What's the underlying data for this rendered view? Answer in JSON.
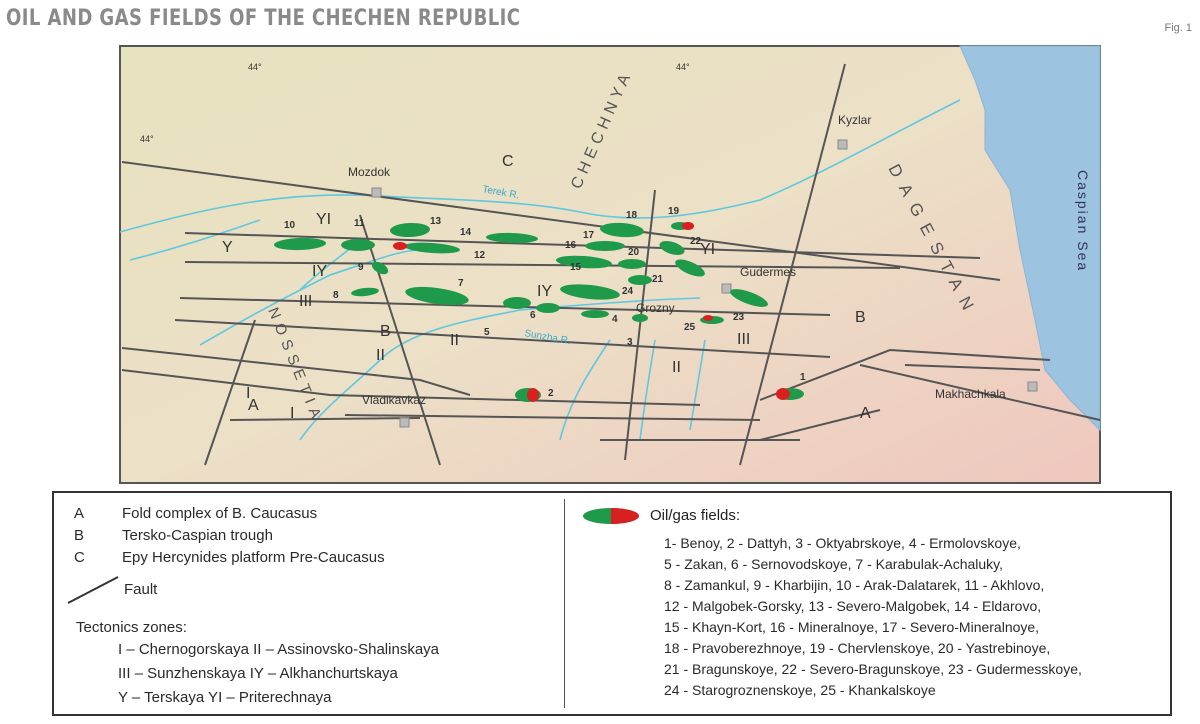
{
  "title": "Oil and gas fields of the Chechen Republic",
  "fig_label": "Fig. 1",
  "map": {
    "grid_labels": [
      "44°",
      "44°",
      "44°"
    ],
    "cities": [
      "Mozdok",
      "Kyzlar",
      "Gudermes",
      "Grozny",
      "Vladikavkaz",
      "Makhachkala"
    ],
    "regions": [
      "DAGESTAN",
      "NOSSETIA",
      "CHECHNYA"
    ],
    "sea": "Caspian Sea",
    "rivers": [
      "Terek R.",
      "Sunzha R."
    ],
    "zone_letters": [
      "C",
      "B",
      "B",
      "A",
      "A"
    ],
    "zone_numerals": [
      "Y",
      "YI",
      "YI",
      "IY",
      "IY",
      "III",
      "III",
      "II",
      "II",
      "II",
      "I",
      "I"
    ],
    "field_numbers": [
      "1",
      "2",
      "3",
      "4",
      "5",
      "6",
      "7",
      "8",
      "9",
      "10",
      "11",
      "12",
      "13",
      "14",
      "15",
      "16",
      "17",
      "18",
      "19",
      "20",
      "21",
      "22",
      "23",
      "24",
      "25"
    ]
  },
  "legend": {
    "items": [
      {
        "key": "A",
        "text": "Fold complex of B. Caucasus"
      },
      {
        "key": "B",
        "text": "Tersko-Caspian trough"
      },
      {
        "key": "C",
        "text": "Epy Hercynides platform Pre-Caucasus"
      }
    ],
    "fault_label": "Fault",
    "tectonics_title": "Tectonics zones:",
    "tectonics": [
      "I – Chernogorskaya  II – Assinovsko-Shalinskaya",
      "III – Sunzhenskaya  IY – Alkhanchurtskaya",
      "Y – Terskaya  YI – Priterechnaya"
    ],
    "fields_title": "Oil/gas fields:",
    "fields": [
      "1- Benoy, 2 - Dattyh, 3 - Oktyabrskoye, 4 - Ermolovskoye,",
      "5 - Zakan, 6 - Sernovodskoye, 7 - Karabulak-Achaluky,",
      "8 - Zamankul, 9 - Kharbijin, 10 - Arak-Dalatarek, 11 - Akhlovo,",
      "12 - Malgobek-Gorsky, 13 - Severo-Malgobek, 14 - Eldarovo,",
      "15 - Khayn-Kort, 16 - Mineralnoye, 17 - Severo-Mineralnoye,",
      "18 - Pravoberezhnoye, 19 - Chervlenskoye, 20 - Yastrebinoye,",
      "21 - Bragunskoye, 22 - Severo-Bragunskoye, 23 - Gudermesskoye,",
      "24 - Starogroznenskoye, 25 - Khankalskoye"
    ]
  },
  "colors": {
    "oil": "#1f9a4a",
    "gas": "#d92020",
    "sea": "#7fb0d8",
    "river": "#5ec8e0"
  }
}
